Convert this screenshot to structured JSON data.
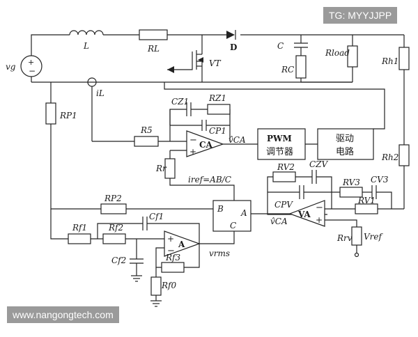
{
  "watermark_top": "TG: MYYJJPP",
  "watermark_bottom": "www.nangongtech.com",
  "labels": {
    "vg": "vg",
    "L": "L",
    "RL": "RL",
    "D": "D",
    "VT": "VT",
    "C": "C",
    "RC": "RC",
    "Rload": "Rload",
    "Rh1": "Rh1",
    "Rh2": "Rh2",
    "iL": "iL",
    "RP1": "RP1",
    "CZ1": "CZ1",
    "RZ1": "RZ1",
    "CP1": "CP1",
    "R5": "R5",
    "CA": "CA",
    "vCA": "v̂CA",
    "pwm1": "PWM",
    "pwm2": "调节器",
    "drv1": "驱动",
    "drv2": "电路",
    "Rr": "Rr",
    "iref": "iref=AB/C",
    "RV2": "RV2",
    "CZV": "CZV",
    "RV3": "RV3",
    "CV3": "CV3",
    "RV1": "RV1",
    "CPV": "CPV",
    "VA": "VA",
    "vCA2": "v̂CA",
    "RP2": "RP2",
    "B": "B",
    "A": "A",
    "Cm": "C",
    "Rf1": "Rf1",
    "Rf2": "Rf2",
    "Cf1": "Cf1",
    "Aamp": "A",
    "Cf2": "Cf2",
    "Rf3": "Rf3",
    "Rf0": "Rf0",
    "vrms": "vrms",
    "Rrv": "Rrv",
    "Vref": "Vref"
  }
}
